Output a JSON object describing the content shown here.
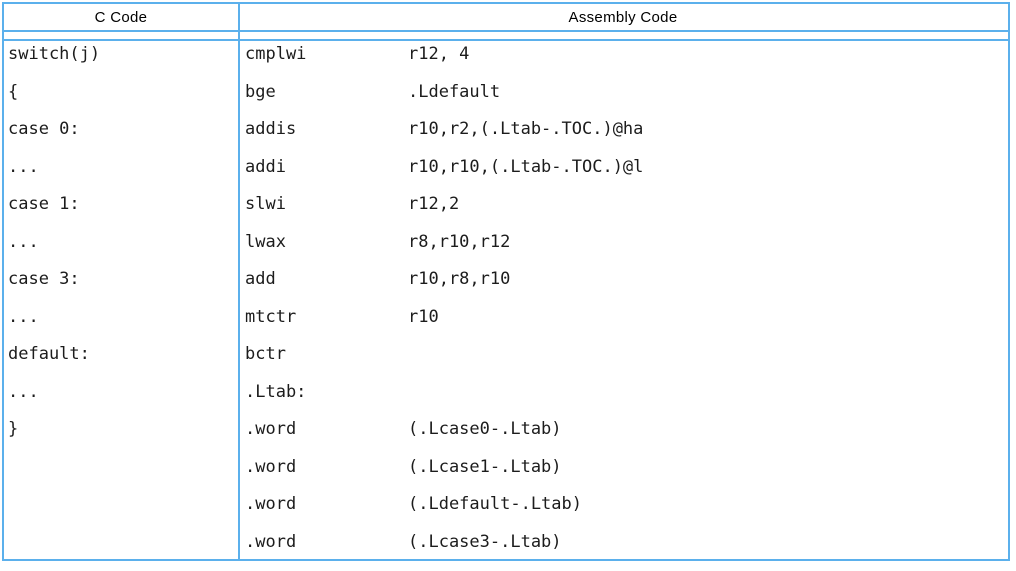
{
  "colors": {
    "border": "#5bb0ec",
    "text": "#1c1c1c",
    "header_text": "#000000",
    "background": "#ffffff"
  },
  "table": {
    "headers": {
      "c": "C Code",
      "assembly": "Assembly Code"
    },
    "c_code_lines": [
      "switch(j)",
      "{",
      "case 0:",
      "...",
      "case 1:",
      "...",
      "case 3:",
      "...",
      "default:",
      "...",
      "}"
    ],
    "asm_lines": [
      {
        "mnemonic": "cmplwi",
        "operands": "r12, 4"
      },
      {
        "mnemonic": "bge",
        "operands": ".Ldefault"
      },
      {
        "mnemonic": "addis",
        "operands": "r10,r2,(.Ltab-.TOC.)@ha"
      },
      {
        "mnemonic": "addi",
        "operands": "r10,r10,(.Ltab-.TOC.)@l"
      },
      {
        "mnemonic": "slwi",
        "operands": "r12,2"
      },
      {
        "mnemonic": "lwax",
        "operands": "r8,r10,r12"
      },
      {
        "mnemonic": "add",
        "operands": "r10,r8,r10"
      },
      {
        "mnemonic": "mtctr",
        "operands": "r10"
      },
      {
        "mnemonic": "bctr",
        "operands": ""
      },
      {
        "mnemonic": ".Ltab:",
        "operands": ""
      },
      {
        "mnemonic": ".word",
        "operands": "(.Lcase0-.Ltab)"
      },
      {
        "mnemonic": ".word",
        "operands": "(.Lcase1-.Ltab)"
      },
      {
        "mnemonic": ".word",
        "operands": "(.Ldefault-.Ltab)"
      },
      {
        "mnemonic": ".word",
        "operands": "(.Lcase3-.Ltab)"
      }
    ]
  }
}
